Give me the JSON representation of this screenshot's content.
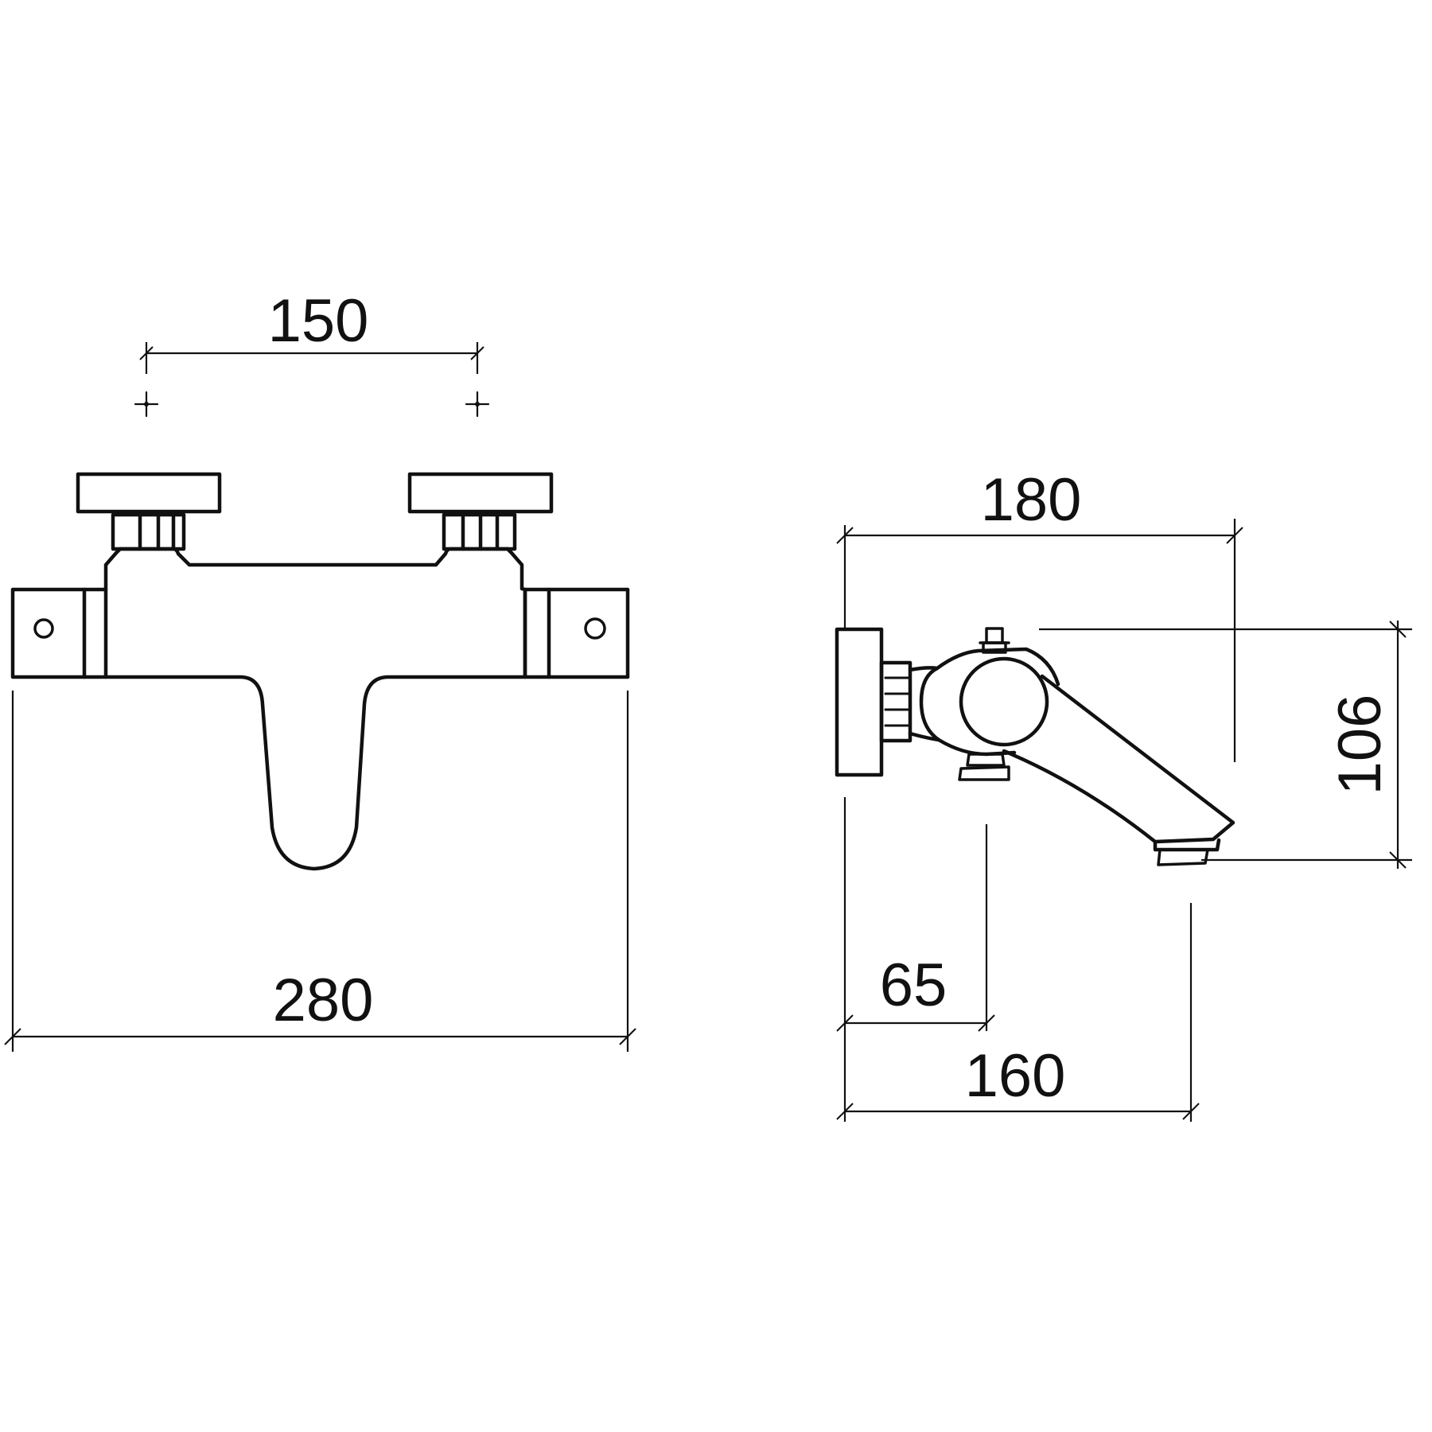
{
  "drawing": {
    "front_view": {
      "centre_distance_label": "150",
      "overall_width_label": "280"
    },
    "side_view": {
      "projection_label": "180",
      "height_label": "106",
      "wall_to_valve_label": "65",
      "spout_projection_label": "160"
    },
    "colors": {
      "line": "#111111",
      "background": "#ffffff"
    }
  }
}
